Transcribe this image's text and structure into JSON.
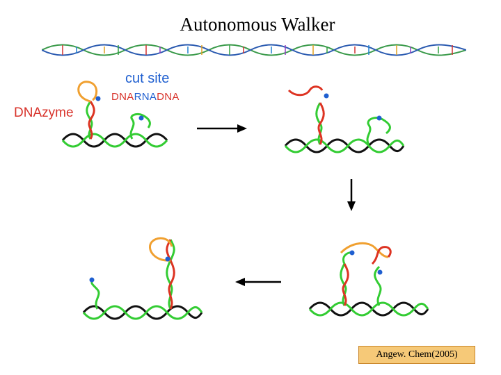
{
  "title": "Autonomous Walker",
  "labels": {
    "cut_site": "cut site",
    "seq_dna1": "DNA",
    "seq_rna": "RNA",
    "seq_dna2": "DNA",
    "dnazyme": "DNAzyme"
  },
  "citation": "Angew. Chem(2005)",
  "colors": {
    "track": "#111111",
    "green_strand": "#33cc33",
    "red_strand": "#dd3322",
    "orange_loop": "#f0a030",
    "blue_label": "#1f5fd0",
    "citation_bg": "#f6c978"
  }
}
